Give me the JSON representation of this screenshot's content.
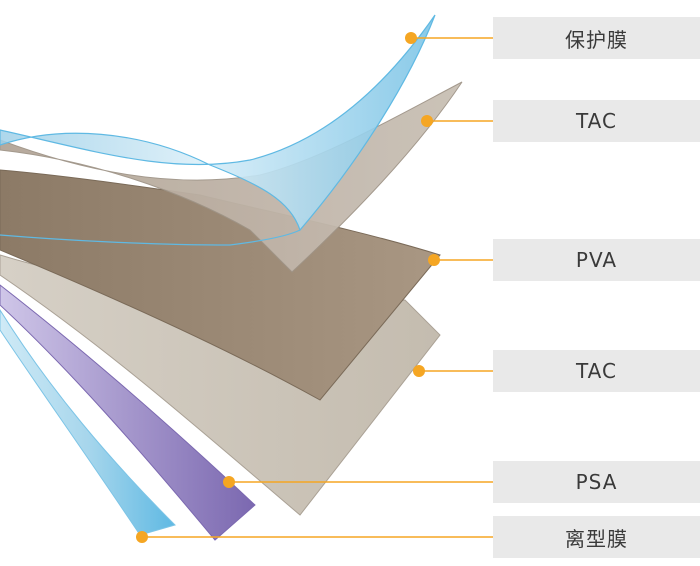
{
  "colors": {
    "leader": "#f5a623",
    "label_bg": "#e9e9e9",
    "protective_film": "#a9d8ee",
    "tac": "#b9ada0",
    "pva": "#a18f7a",
    "psa": "#8f80bf",
    "release_film": "#a9d8ee"
  },
  "layers": [
    {
      "id": "protective-film",
      "label": "保护膜"
    },
    {
      "id": "tac-top",
      "label": "TAC"
    },
    {
      "id": "pva",
      "label": "PVA"
    },
    {
      "id": "tac-bottom",
      "label": "TAC"
    },
    {
      "id": "psa",
      "label": "PSA"
    },
    {
      "id": "release-film",
      "label": "离型膜"
    }
  ]
}
